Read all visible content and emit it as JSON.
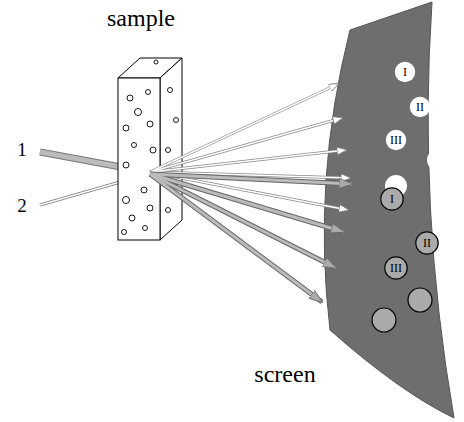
{
  "diagram": {
    "nodes": [
      {
        "text": [
          "I"
        ]
      },
      {
        "text": [
          "II"
        ]
      },
      {
        "text": [
          "III"
        ]
      },
      {
        "text": [
          "I"
        ]
      },
      {
        "text": [
          "II"
        ]
      },
      {
        "text": [
          "III"
        ]
      }
    ],
    "labels": [
      "sample",
      "1",
      "2",
      "screen"
    ]
  }
}
